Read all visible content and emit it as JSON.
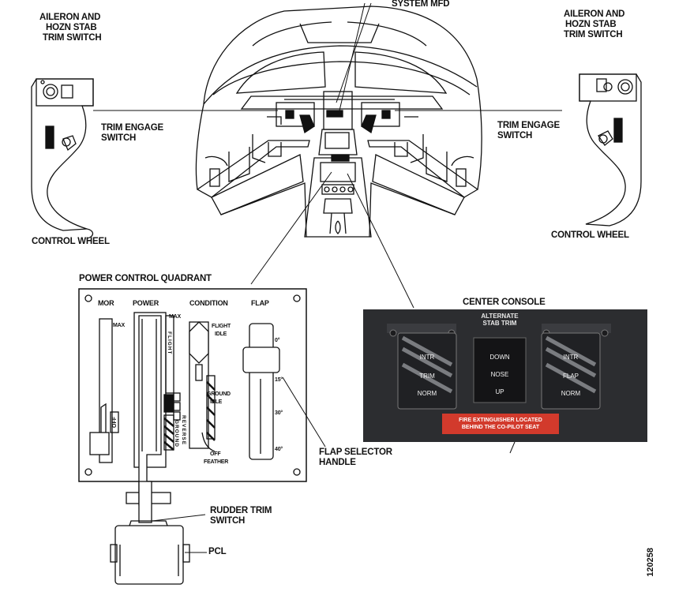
{
  "labels": {
    "system_mfd": "SYSTEM MFD",
    "aileron_left": [
      "AILERON AND",
      "HOZN STAB",
      "TRIM SWITCH"
    ],
    "aileron_right": [
      "AILERON AND",
      "HOZN STAB",
      "TRIM SWITCH"
    ],
    "trim_engage_left": [
      "TRIM ENGAGE",
      "SWITCH"
    ],
    "trim_engage_right": [
      "TRIM ENGAGE",
      "SWITCH"
    ],
    "control_wheel_left": "CONTROL WHEEL",
    "control_wheel_right": "CONTROL WHEEL",
    "power_control_quadrant": "POWER CONTROL QUADRANT",
    "center_console": "CENTER CONSOLE",
    "flap_selector": [
      "FLAP SELECTOR",
      "HANDLE"
    ],
    "rudder_trim": [
      "RUDDER TRIM",
      "SWITCH"
    ],
    "pcl": "PCL",
    "doc_id": "120258"
  },
  "quadrant": {
    "headers": {
      "mor": "MOR",
      "power": "POWER",
      "condition": "CONDITION",
      "flap": "FLAP"
    },
    "mor_max": "MAX",
    "mor_off": "OFF",
    "power_max": "MAX",
    "power_flight": "FLIGHT",
    "power_ground": "GROUND",
    "power_reverse": "REVERSE",
    "cond_flight_idle": [
      "FLIGHT",
      "IDLE"
    ],
    "cond_ground_idle": [
      "GROUND",
      "IDLE"
    ],
    "cond_off_feather": [
      "OFF",
      "FEATHER"
    ],
    "flap_positions": [
      "0°",
      "15°",
      "30°",
      "40°"
    ]
  },
  "console": {
    "alt_stab_trim": [
      "ALTERNATE",
      "STAB TRIM"
    ],
    "left_switch": [
      "INTR",
      "TRIM",
      "NORM"
    ],
    "center_switch": [
      "DOWN",
      "NOSE",
      "UP"
    ],
    "right_switch": [
      "INTR",
      "FLAP",
      "NORM"
    ],
    "warning": [
      "FIRE EXTINGUISHER LOCATED",
      "BEHIND THE CO-PILOT SEAT"
    ]
  },
  "colors": {
    "line": "#111111",
    "photo_bg": "#2c2d30",
    "warning_red": "#d23a2c"
  }
}
